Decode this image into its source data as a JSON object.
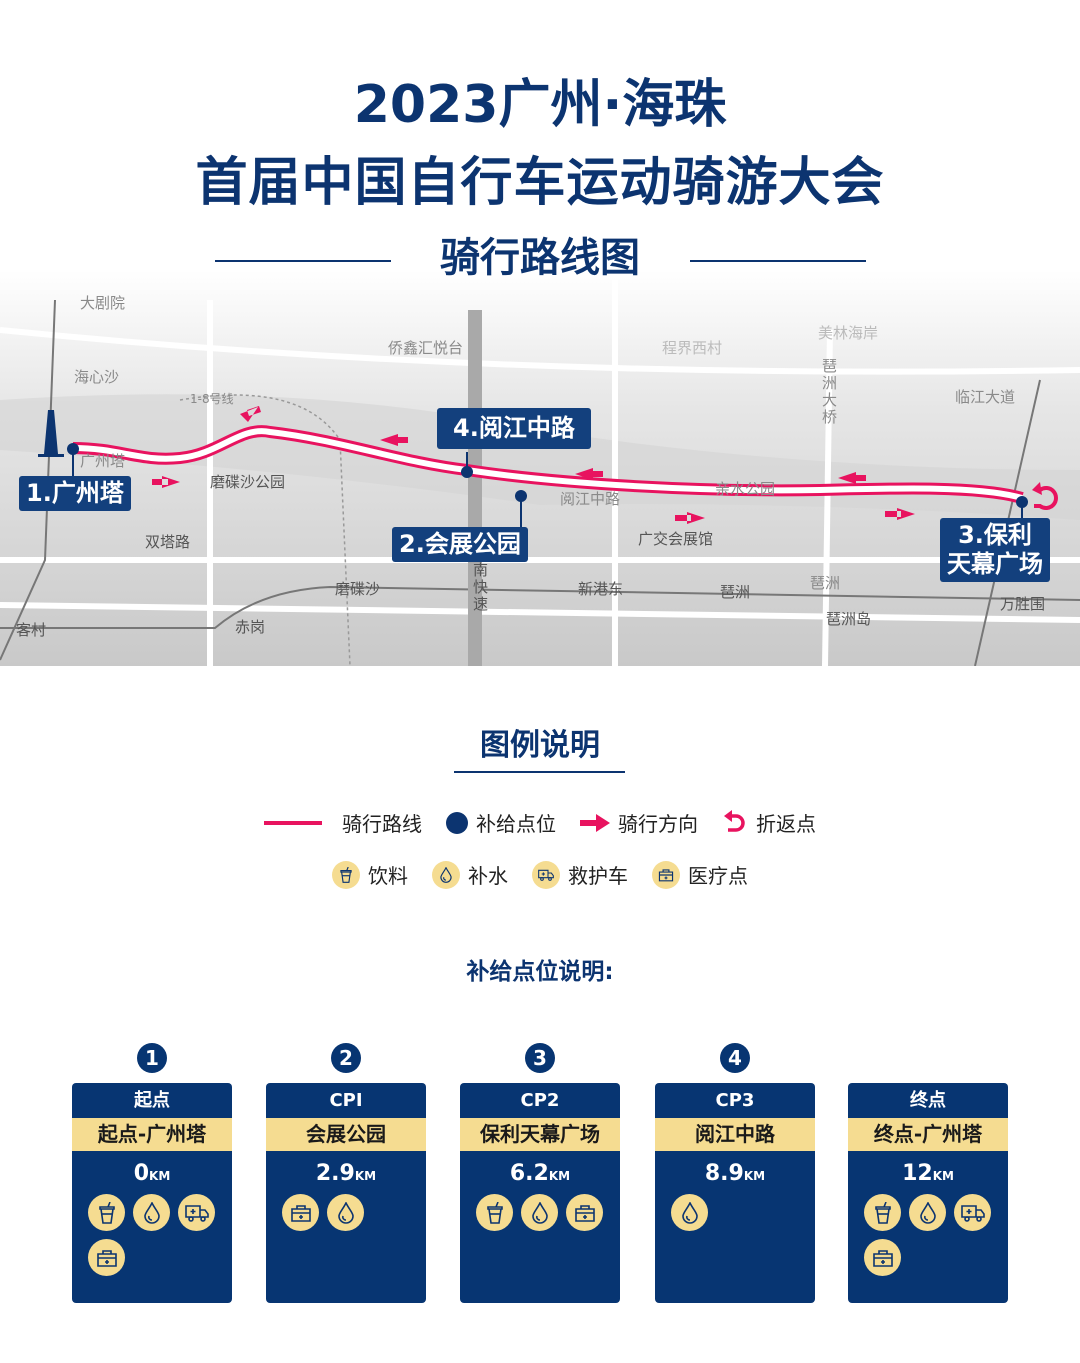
{
  "header": {
    "line1": "2023广州·海珠",
    "line2": "首届中国自行车运动骑游大会",
    "subtitle": "骑行路线图"
  },
  "map": {
    "labels": [
      "大剧院",
      "侨鑫汇悦台",
      "海心沙",
      "1-8号线",
      "广州塔",
      "磨碟沙公园",
      "双塔路",
      "磨碟沙",
      "赤岗",
      "客村",
      "南快速",
      "程界西村",
      "美林海岸",
      "琶洲大桥",
      "临江大道",
      "阅江中路",
      "亲水公园",
      "广交会展馆",
      "新港东",
      "琶洲",
      "琶洲",
      "琶洲岛",
      "万胜围"
    ],
    "stops": [
      "1.广州塔",
      "2.会展公园",
      "3.保利\n天幕广场",
      "4.阅江中路"
    ],
    "route_color": "#e8135f",
    "marker_color": "#0c3470"
  },
  "legend": {
    "title": "图例说明",
    "row1": [
      "骑行路线",
      "补给点位",
      "骑行方向",
      "折返点"
    ],
    "row2": [
      "饮料",
      "补水",
      "救护车",
      "医疗点"
    ]
  },
  "supply": {
    "title": "补给点位说明:",
    "cards": [
      {
        "num": "1",
        "head": "起点",
        "name": "起点-广州塔",
        "km": "0",
        "unit": "KM",
        "icons": [
          "drink",
          "water",
          "ambulance",
          "medical"
        ]
      },
      {
        "num": "2",
        "head": "CPI",
        "name": "会展公园",
        "km": "2.9",
        "unit": "KM",
        "icons": [
          "medical",
          "water"
        ]
      },
      {
        "num": "3",
        "head": "CP2",
        "name": "保利天幕广场",
        "km": "6.2",
        "unit": "KM",
        "icons": [
          "drink",
          "water",
          "medical"
        ]
      },
      {
        "num": "4",
        "head": "CP3",
        "name": "阅江中路",
        "km": "8.9",
        "unit": "KM",
        "icons": [
          "water"
        ]
      },
      {
        "num": "",
        "head": "终点",
        "name": "终点-广州塔",
        "km": "12",
        "unit": "KM",
        "icons": [
          "drink",
          "water",
          "ambulance",
          "medical"
        ]
      }
    ]
  }
}
